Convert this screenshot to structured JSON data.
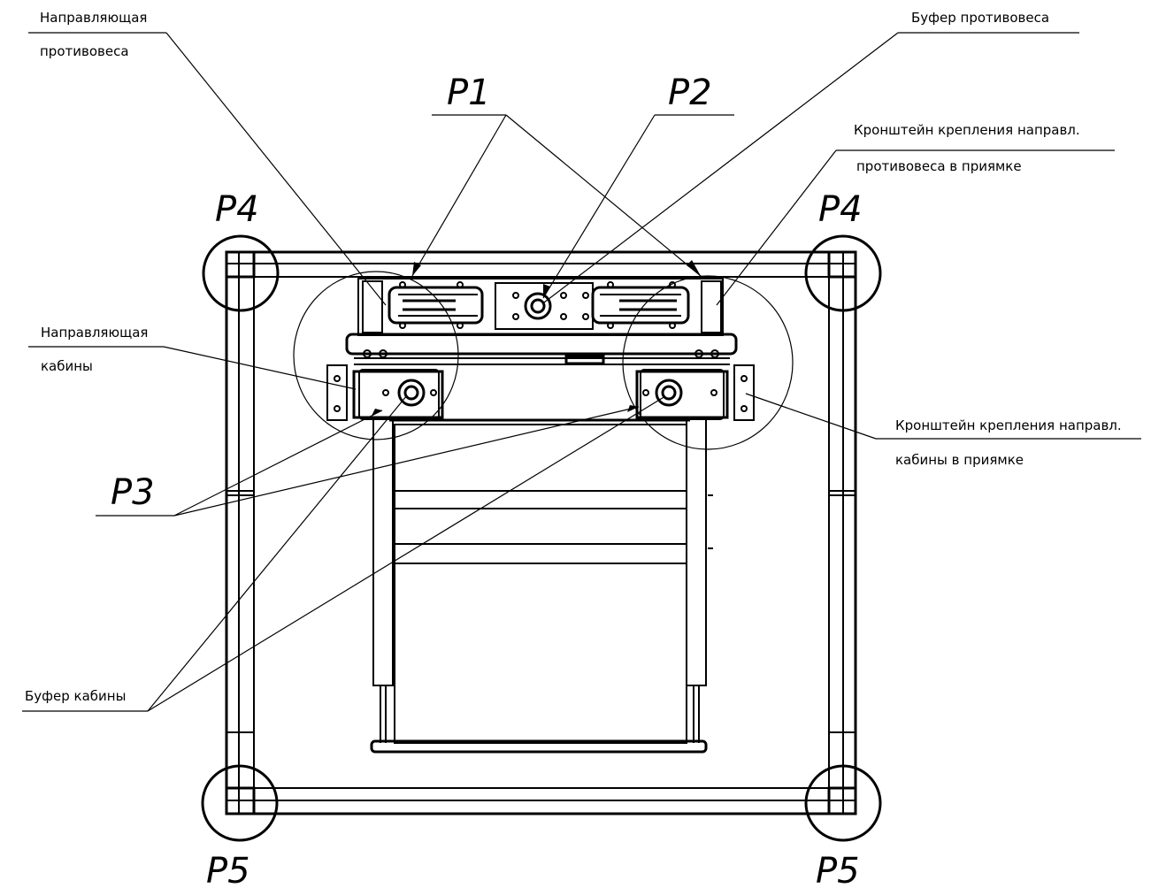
{
  "labels": {
    "cw_guide_line1": "Направляющая",
    "cw_guide_line2": "противовеса",
    "cw_buffer": "Буфер противовеса",
    "cw_bracket_line1": "Кронштейн крепления направл.",
    "cw_bracket_line2": "противовеса в приямке",
    "car_guide_line1": "Направляющая",
    "car_guide_line2": "кабины",
    "car_bracket_line1": "Кронштейн крепления направл.",
    "car_bracket_line2": "кабины в приямке",
    "car_buffer": "Буфер кабины"
  },
  "points": {
    "p1": "Р1",
    "p2": "Р2",
    "p3": "Р3",
    "p4_left": "Р4",
    "p4_right": "Р4",
    "p5_left": "Р5",
    "p5_right": "Р5"
  }
}
